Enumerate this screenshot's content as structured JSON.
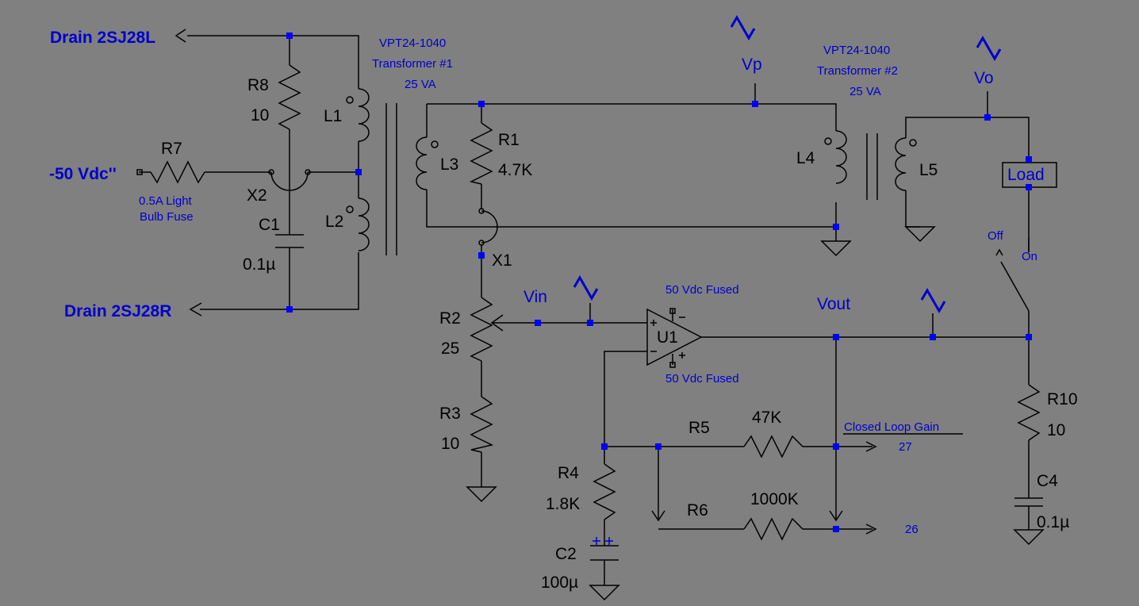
{
  "nets": {
    "drain_l": "Drain 2SJ28L",
    "drain_r": "Drain 2SJ28R",
    "supply": "-50 Vdc''",
    "vp": "Vp",
    "vo": "Vo",
    "vin": "Vin",
    "vout": "Vout"
  },
  "transformer1": {
    "model": "VPT24-1040",
    "name": "Transformer #1",
    "rating": "25 VA"
  },
  "transformer2": {
    "model": "VPT24-1040",
    "name": "Transformer #2",
    "rating": "25 VA"
  },
  "components": {
    "r8": {
      "ref": "R8",
      "value": "10"
    },
    "r7": {
      "ref": "R7",
      "note1": "0.5A Light",
      "note2": "Bulb Fuse"
    },
    "x2": {
      "ref": "X2"
    },
    "c1": {
      "ref": "C1",
      "value": "0.1µ"
    },
    "l1": {
      "ref": "L1"
    },
    "l2": {
      "ref": "L2"
    },
    "l3": {
      "ref": "L3"
    },
    "r1": {
      "ref": "R1",
      "value": "4.7K"
    },
    "x1": {
      "ref": "X1"
    },
    "l4": {
      "ref": "L4"
    },
    "l5": {
      "ref": "L5"
    },
    "load": {
      "ref": "Load"
    },
    "r2": {
      "ref": "R2",
      "value": "25"
    },
    "r3": {
      "ref": "R3",
      "value": "10"
    },
    "u1": {
      "ref": "U1",
      "pos_supply": "50 Vdc Fused",
      "neg_supply": "50 Vdc Fused"
    },
    "r4": {
      "ref": "R4",
      "value": "1.8K"
    },
    "c2": {
      "ref": "C2",
      "value": "100µ"
    },
    "r5": {
      "ref": "R5",
      "value": "47K"
    },
    "r6": {
      "ref": "R6",
      "value": "1000K"
    },
    "r10": {
      "ref": "R10",
      "value": "10"
    },
    "c4": {
      "ref": "C4",
      "value": "0.1µ"
    }
  },
  "switch": {
    "off": "Off",
    "on": "On"
  },
  "gain": {
    "title": "Closed Loop Gain",
    "val_r5": "27",
    "val_r6": "26"
  }
}
